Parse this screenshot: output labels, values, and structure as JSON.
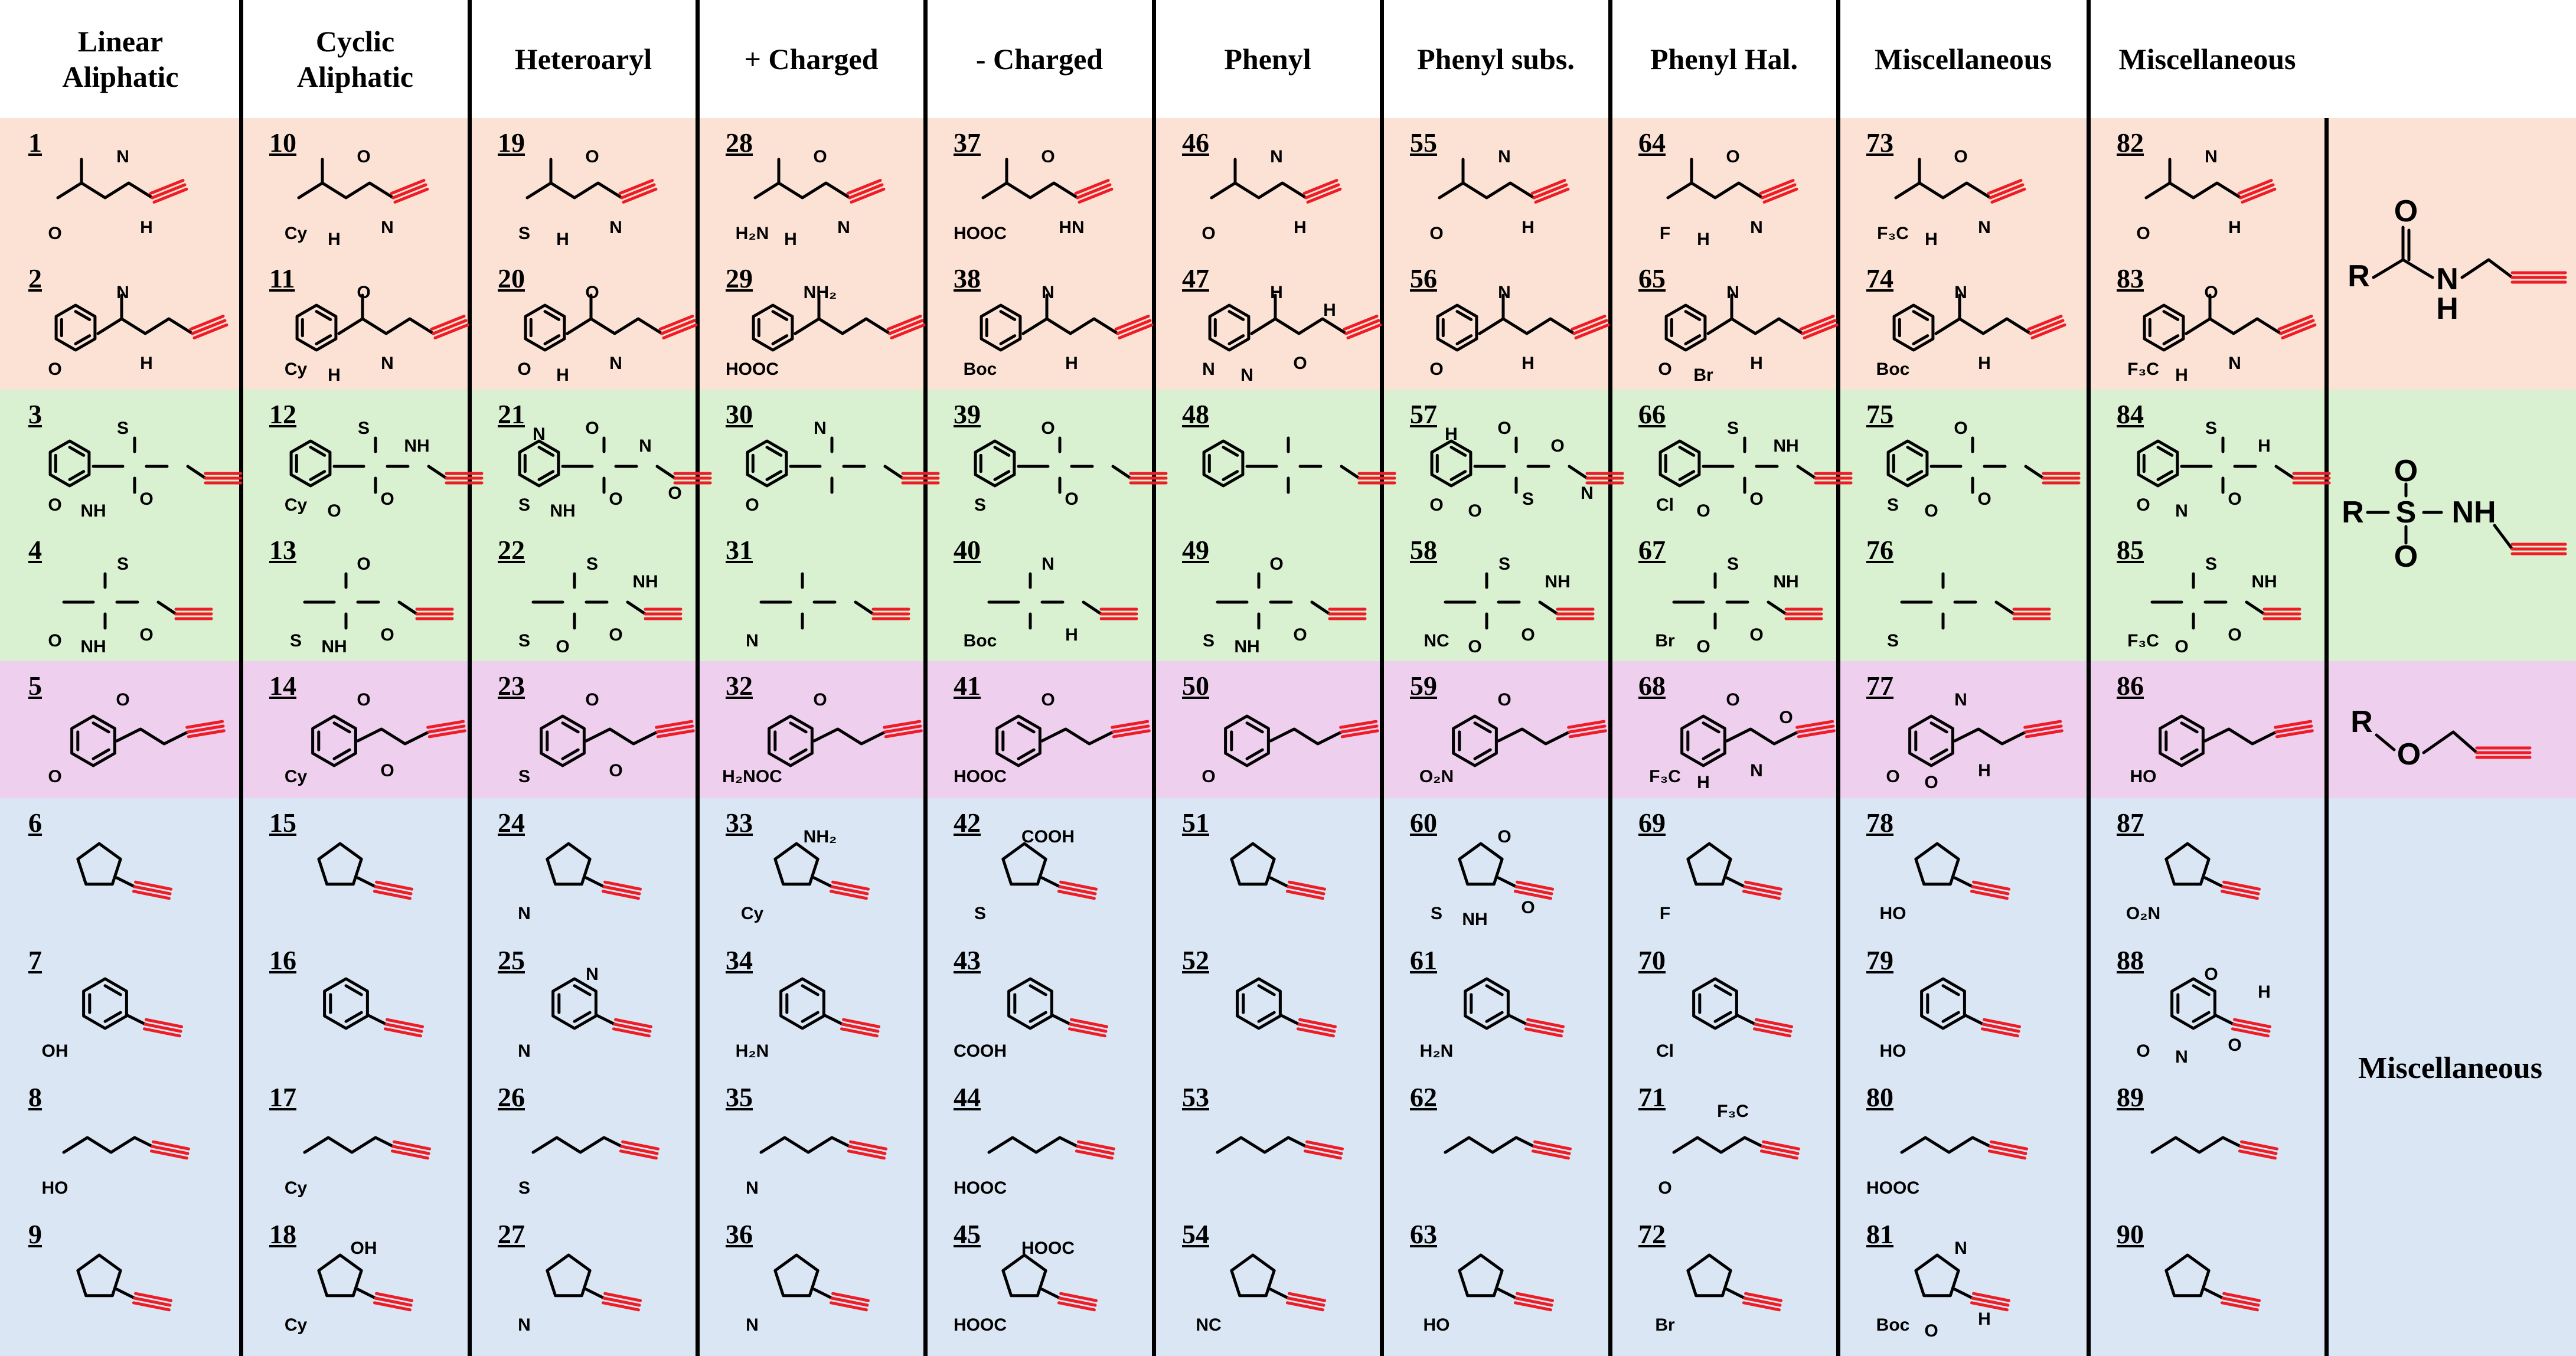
{
  "headers": [
    [
      "Linear",
      "Aliphatic"
    ],
    [
      "Cyclic",
      "Aliphatic"
    ],
    [
      "Heteroaryl"
    ],
    [
      "+ Charged"
    ],
    [
      "-   Charged"
    ],
    [
      "Phenyl"
    ],
    [
      "Phenyl subs."
    ],
    [
      "Phenyl Hal."
    ],
    [
      "Miscellaneous"
    ],
    [
      "Miscellaneous"
    ]
  ],
  "bands": [
    {
      "name": "amide",
      "color": "#fbe2d5",
      "legend": {
        "r": "R",
        "o": "O",
        "nh": "H",
        "n": "N"
      }
    },
    {
      "name": "sulfonamide",
      "color": "#d9f0d1",
      "legend": {
        "r": "R",
        "s": "S",
        "o1": "O",
        "o2": "O",
        "nh": "NH"
      }
    },
    {
      "name": "ether",
      "color": "#efcfee",
      "legend": {
        "r": "R",
        "o": "O"
      }
    },
    {
      "name": "misc",
      "color": "#dae6f4",
      "legend": {
        "label": "Miscellaneous"
      }
    }
  ],
  "compounds": [
    {
      "n": "1",
      "labels": [
        "O",
        "N",
        "H"
      ]
    },
    {
      "n": "2",
      "labels": [
        "O",
        "N",
        "H"
      ]
    },
    {
      "n": "3",
      "labels": [
        "O",
        "S",
        "O",
        "NH"
      ]
    },
    {
      "n": "4",
      "labels": [
        "O",
        "S",
        "O",
        "NH"
      ]
    },
    {
      "n": "5",
      "labels": [
        "O",
        "O"
      ]
    },
    {
      "n": "6",
      "labels": []
    },
    {
      "n": "7",
      "labels": [
        "OH"
      ]
    },
    {
      "n": "8",
      "labels": [
        "HO"
      ]
    },
    {
      "n": "9",
      "labels": []
    },
    {
      "n": "10",
      "labels": [
        "Cy",
        "O",
        "N",
        "H"
      ]
    },
    {
      "n": "11",
      "labels": [
        "Cy",
        "O",
        "N",
        "H"
      ]
    },
    {
      "n": "12",
      "labels": [
        "Cy",
        "S",
        "O",
        "O",
        "NH"
      ]
    },
    {
      "n": "13",
      "labels": [
        "S",
        "O",
        "O",
        "NH"
      ]
    },
    {
      "n": "14",
      "labels": [
        "Cy",
        "O",
        "O"
      ]
    },
    {
      "n": "15",
      "labels": []
    },
    {
      "n": "16",
      "labels": []
    },
    {
      "n": "17",
      "labels": [
        "Cy"
      ]
    },
    {
      "n": "18",
      "labels": [
        "Cy",
        "OH"
      ]
    },
    {
      "n": "19",
      "labels": [
        "S",
        "O",
        "N",
        "H"
      ]
    },
    {
      "n": "20",
      "labels": [
        "O",
        "O",
        "N",
        "H"
      ]
    },
    {
      "n": "21",
      "labels": [
        "S",
        "O",
        "O",
        "NH",
        "N",
        "O",
        "N"
      ]
    },
    {
      "n": "22",
      "labels": [
        "S",
        "S",
        "O",
        "O",
        "NH"
      ]
    },
    {
      "n": "23",
      "labels": [
        "S",
        "O",
        "O"
      ]
    },
    {
      "n": "24",
      "labels": [
        "N"
      ]
    },
    {
      "n": "25",
      "labels": [
        "N",
        "N"
      ]
    },
    {
      "n": "26",
      "labels": [
        "S"
      ]
    },
    {
      "n": "27",
      "labels": [
        "N"
      ]
    },
    {
      "n": "28",
      "labels": [
        "H₂N",
        "O",
        "N",
        "H"
      ]
    },
    {
      "n": "29",
      "labels": [
        "HOOC",
        "NH₂"
      ]
    },
    {
      "n": "30",
      "labels": [
        "O",
        "N"
      ]
    },
    {
      "n": "31",
      "labels": [
        "N"
      ]
    },
    {
      "n": "32",
      "labels": [
        "H₂NOC",
        "O"
      ]
    },
    {
      "n": "33",
      "labels": [
        "Cy",
        "NH₂"
      ]
    },
    {
      "n": "34",
      "labels": [
        "H₂N"
      ]
    },
    {
      "n": "35",
      "labels": [
        "N"
      ]
    },
    {
      "n": "36",
      "labels": [
        "N"
      ]
    },
    {
      "n": "37",
      "labels": [
        "HOOC",
        "O",
        "HN"
      ]
    },
    {
      "n": "38",
      "labels": [
        "Boc",
        "N",
        "H"
      ]
    },
    {
      "n": "39",
      "labels": [
        "S",
        "O",
        "O"
      ]
    },
    {
      "n": "40",
      "labels": [
        "Boc",
        "N",
        "H"
      ]
    },
    {
      "n": "41",
      "labels": [
        "HOOC",
        "O"
      ]
    },
    {
      "n": "42",
      "labels": [
        "S",
        "COOH"
      ]
    },
    {
      "n": "43",
      "labels": [
        "COOH"
      ]
    },
    {
      "n": "44",
      "labels": [
        "HOOC"
      ]
    },
    {
      "n": "45",
      "labels": [
        "HOOC",
        "HOOC"
      ]
    },
    {
      "n": "46",
      "labels": [
        "O",
        "N",
        "H"
      ]
    },
    {
      "n": "47",
      "labels": [
        "N",
        "H",
        "O",
        "N",
        "H"
      ]
    },
    {
      "n": "48",
      "labels": []
    },
    {
      "n": "49",
      "labels": [
        "S",
        "O",
        "O",
        "NH"
      ]
    },
    {
      "n": "50",
      "labels": [
        "O"
      ]
    },
    {
      "n": "51",
      "labels": []
    },
    {
      "n": "52",
      "labels": []
    },
    {
      "n": "53",
      "labels": []
    },
    {
      "n": "54",
      "labels": [
        "NC"
      ]
    },
    {
      "n": "55",
      "labels": [
        "O",
        "N",
        "H"
      ]
    },
    {
      "n": "56",
      "labels": [
        "O",
        "N",
        "H"
      ]
    },
    {
      "n": "57",
      "labels": [
        "O",
        "O",
        "S",
        "O",
        "O",
        "N",
        "H"
      ]
    },
    {
      "n": "58",
      "labels": [
        "NC",
        "S",
        "O",
        "O",
        "NH"
      ]
    },
    {
      "n": "59",
      "labels": [
        "O₂N",
        "O"
      ]
    },
    {
      "n": "60",
      "labels": [
        "S",
        "O",
        "O",
        "NH"
      ]
    },
    {
      "n": "61",
      "labels": [
        "H₂N"
      ]
    },
    {
      "n": "62",
      "labels": []
    },
    {
      "n": "63",
      "labels": [
        "HO"
      ]
    },
    {
      "n": "64",
      "labels": [
        "F",
        "O",
        "N",
        "H"
      ]
    },
    {
      "n": "65",
      "labels": [
        "O",
        "N",
        "H",
        "Br"
      ]
    },
    {
      "n": "66",
      "labels": [
        "Cl",
        "S",
        "O",
        "O",
        "NH"
      ]
    },
    {
      "n": "67",
      "labels": [
        "Br",
        "S",
        "O",
        "O",
        "NH"
      ]
    },
    {
      "n": "68",
      "labels": [
        "F₃C",
        "O",
        "N",
        "H",
        "O"
      ]
    },
    {
      "n": "69",
      "labels": [
        "F"
      ]
    },
    {
      "n": "70",
      "labels": [
        "Cl"
      ]
    },
    {
      "n": "71",
      "labels": [
        "O",
        "F₃C"
      ]
    },
    {
      "n": "72",
      "labels": [
        "Br"
      ]
    },
    {
      "n": "73",
      "labels": [
        "F₃C",
        "O",
        "N",
        "H"
      ]
    },
    {
      "n": "74",
      "labels": [
        "Boc",
        "N",
        "H"
      ]
    },
    {
      "n": "75",
      "labels": [
        "S",
        "O",
        "O",
        "O"
      ]
    },
    {
      "n": "76",
      "labels": [
        "S"
      ]
    },
    {
      "n": "77",
      "labels": [
        "O",
        "N",
        "H",
        "O"
      ]
    },
    {
      "n": "78",
      "labels": [
        "HO"
      ]
    },
    {
      "n": "79",
      "labels": [
        "HO"
      ]
    },
    {
      "n": "80",
      "labels": [
        "HOOC"
      ]
    },
    {
      "n": "81",
      "labels": [
        "Boc",
        "N",
        "H",
        "O"
      ]
    },
    {
      "n": "82",
      "labels": [
        "O",
        "N",
        "H"
      ]
    },
    {
      "n": "83",
      "labels": [
        "F₃C",
        "O",
        "N",
        "H"
      ]
    },
    {
      "n": "84",
      "labels": [
        "O",
        "S",
        "O",
        "N",
        "H"
      ]
    },
    {
      "n": "85",
      "labels": [
        "F₃C",
        "S",
        "O",
        "O",
        "NH"
      ]
    },
    {
      "n": "86",
      "labels": [
        "HO"
      ]
    },
    {
      "n": "87",
      "labels": [
        "O₂N"
      ]
    },
    {
      "n": "88",
      "labels": [
        "O",
        "O",
        "O",
        "N",
        "H"
      ]
    },
    {
      "n": "89",
      "labels": []
    },
    {
      "n": "90",
      "labels": []
    }
  ]
}
